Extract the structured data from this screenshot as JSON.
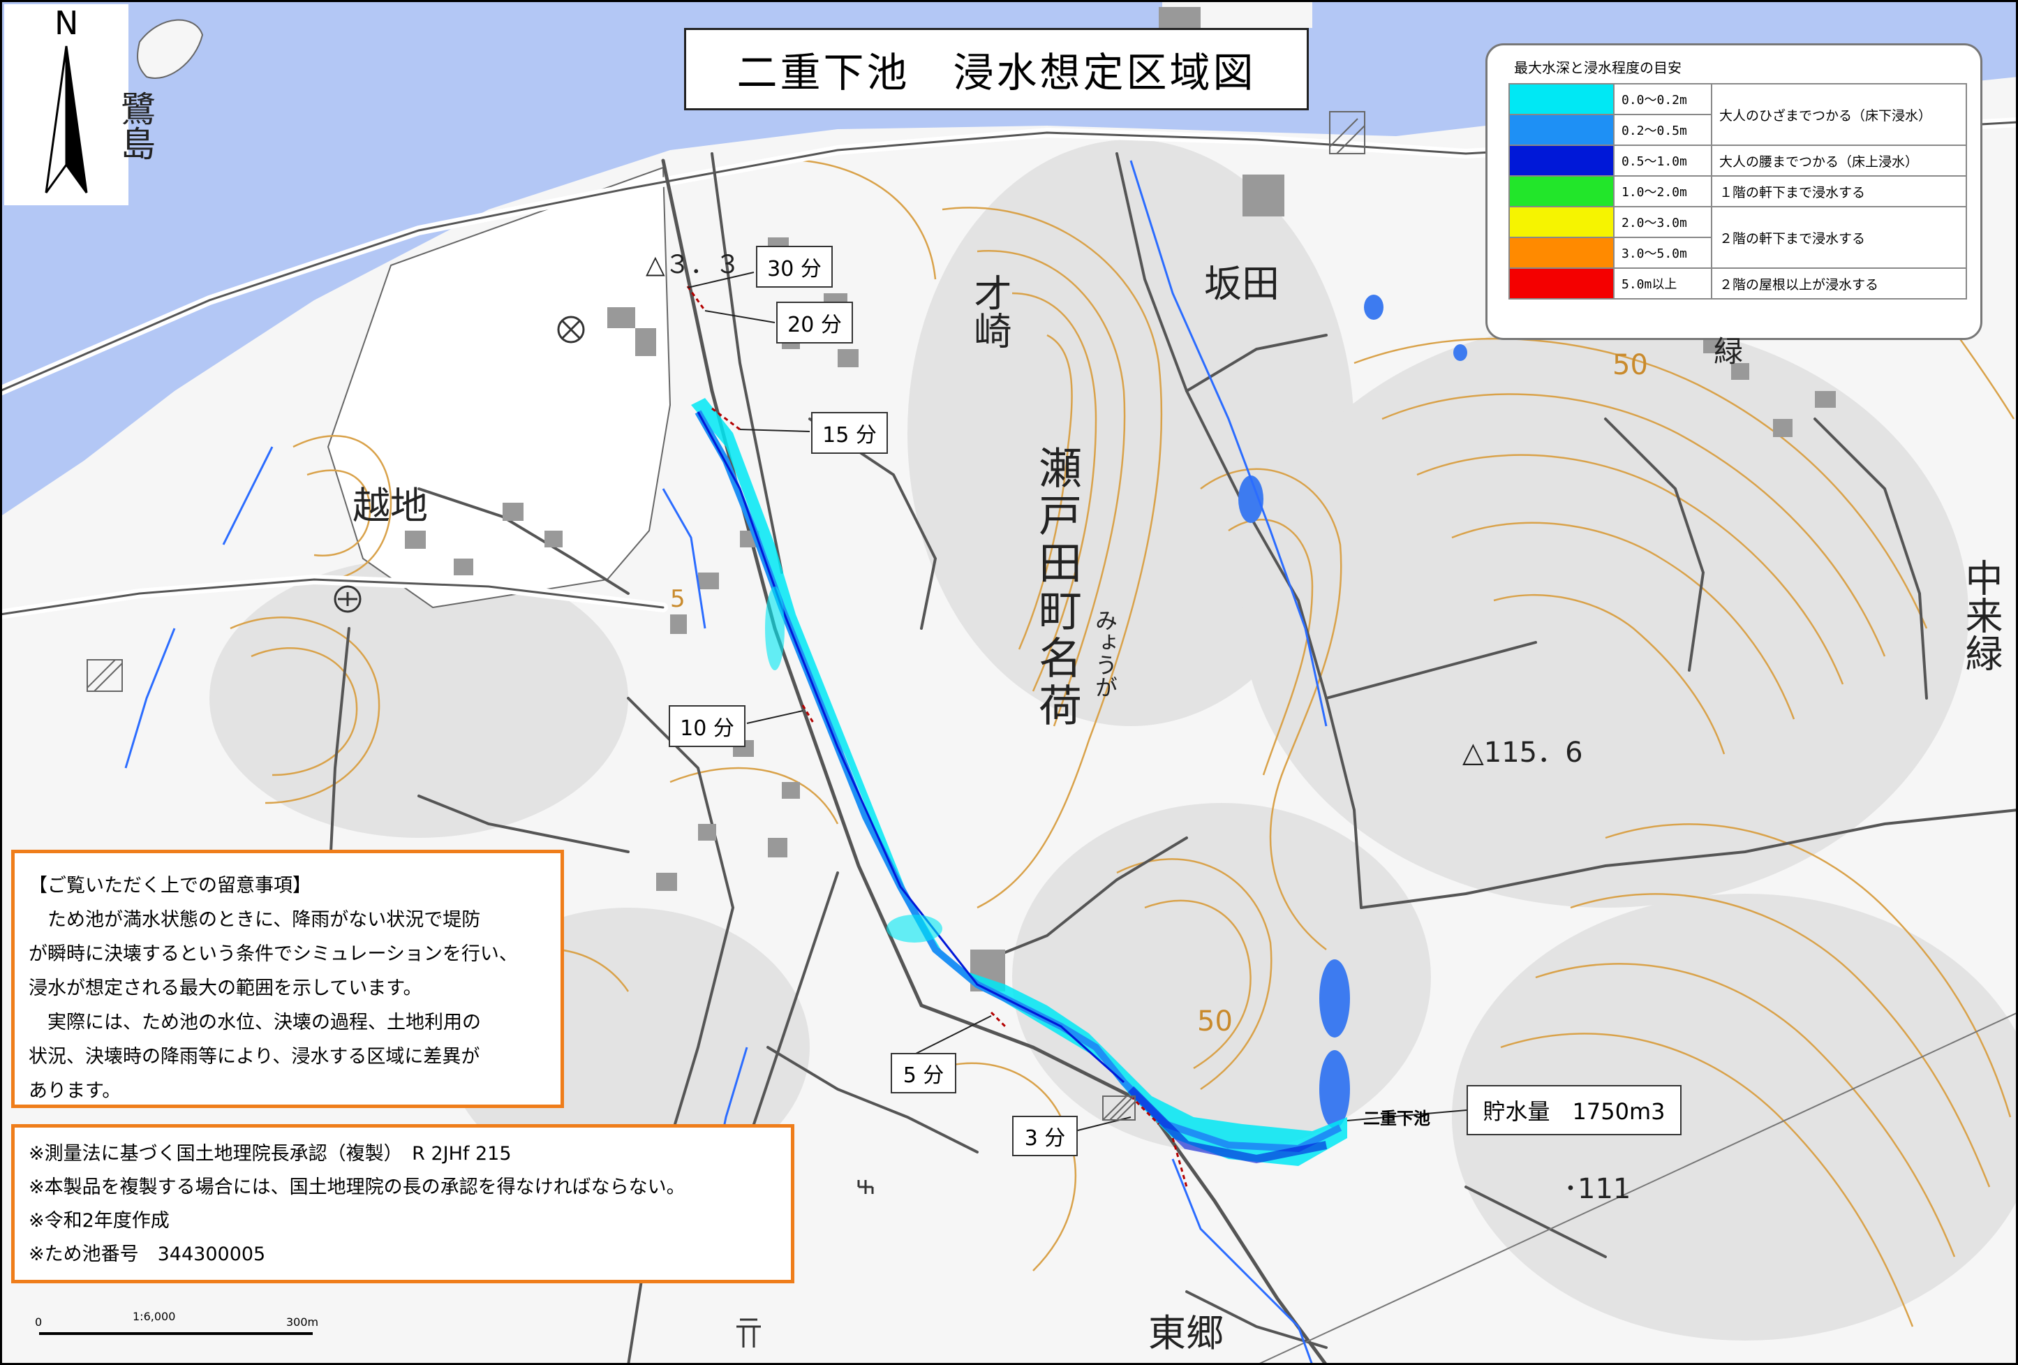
{
  "map": {
    "title": "二重下池　浸水想定区域図",
    "north_label": "N",
    "place_names": {
      "sakata": "坂田",
      "saizaki": "才崎",
      "setoda_myoga": "瀬戸田町名荷",
      "myoga_kana": "みょうが",
      "koshiji": "越地",
      "nakakuroku": "中来緑",
      "higashigo": "東郷",
      "island_left": "鷺島",
      "sakata_right": "緑"
    },
    "elevations": {
      "pt1": "△３．３",
      "pt2": "△115．6",
      "pt3": "･111",
      "contour_50a": "50",
      "contour_50b": "50",
      "contour_5": "5"
    },
    "time_callouts": {
      "t30": "30 分",
      "t20": "20 分",
      "t15": "15 分",
      "t10": "10 分",
      "t5": "5 分",
      "t3": "3 分"
    },
    "pond_name": "二重下池",
    "storage_volume": "貯水量　1750m3",
    "scale": {
      "ratio": "1:6,000",
      "zero": "0",
      "max": "300m"
    }
  },
  "legend": {
    "title": "最大水深と浸水程度の目安",
    "rows": [
      {
        "color": "#00e8f4",
        "range": "0.0～0.2m",
        "desc": "大人のひざまでつかる（床下浸水）"
      },
      {
        "color": "#1e90f5",
        "range": "0.2～0.5m",
        "desc": ""
      },
      {
        "color": "#0018d8",
        "range": "0.5～1.0m",
        "desc": "大人の腰までつかる（床上浸水）"
      },
      {
        "color": "#22e62a",
        "range": "1.0～2.0m",
        "desc": "１階の軒下まで浸水する"
      },
      {
        "color": "#f6f400",
        "range": "2.0～3.0m",
        "desc": "２階の軒下まで浸水する"
      },
      {
        "color": "#ff8a00",
        "range": "3.0～5.0m",
        "desc": ""
      },
      {
        "color": "#f40000",
        "range": "5.0m以上",
        "desc": "２階の屋根以上が浸水する"
      }
    ]
  },
  "notes": {
    "heading": "【ご覧いただく上での留意事項】",
    "line1": "　ため池が満水状態のときに、降雨がない状況で堤防",
    "line2": "が瞬時に決壊するという条件でシミュレーションを行い、",
    "line3": "浸水が想定される最大の範囲を示しています。",
    "line4": "　実際には、ため池の水位、決壊の過程、土地利用の",
    "line5": "状況、決壊時の降雨等により、浸水する区域に差異が",
    "line6": "あります。"
  },
  "approval": {
    "line1": "※測量法に基づく国土地理院長承認（複製）　R 2JHf 215",
    "line2": "※本製品を複製する場合には、国土地理院の長の承認を得なければならない。",
    "line3": "※令和2年度作成",
    "line4": "※ため池番号　344300005"
  },
  "colors": {
    "sea": "#b3c7f5",
    "contour": "#d9a24a",
    "road": "#555555",
    "river": "#2b6cff",
    "flood_shallow": "#00e8f4",
    "flood_mid": "#1e90f5",
    "flood_deep": "#0018d8",
    "note_border": "#ef7d1a"
  }
}
